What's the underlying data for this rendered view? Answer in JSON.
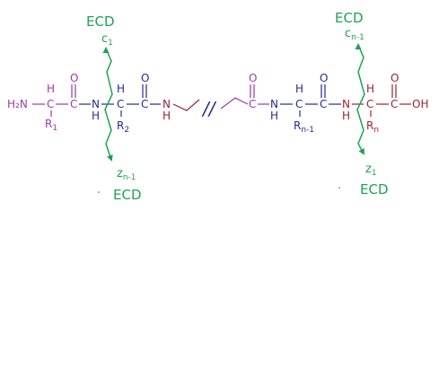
{
  "atoms": {
    "h2n": "H₂N",
    "h_alpha": "H",
    "carbon": "C",
    "oxygen": "O",
    "nitrogen": "N",
    "r": "R",
    "r1_sub": "1",
    "r2_sub": "2",
    "rn1_sub": "n-1",
    "rn_sub": "n",
    "oh": "OH",
    "break_mark": "//"
  },
  "fragments": {
    "ecd": "ECD",
    "c": "c",
    "z": "z",
    "c1_sub": "1",
    "cn1_sub": "n-1",
    "zn1_sub": "n-1",
    "z1_sub": "1"
  },
  "colors": {
    "n_terminal": "#9b3aa8",
    "residue": "#262b8f",
    "c_terminal": "#9a2230",
    "ecd_arrow": "#1ea253"
  }
}
